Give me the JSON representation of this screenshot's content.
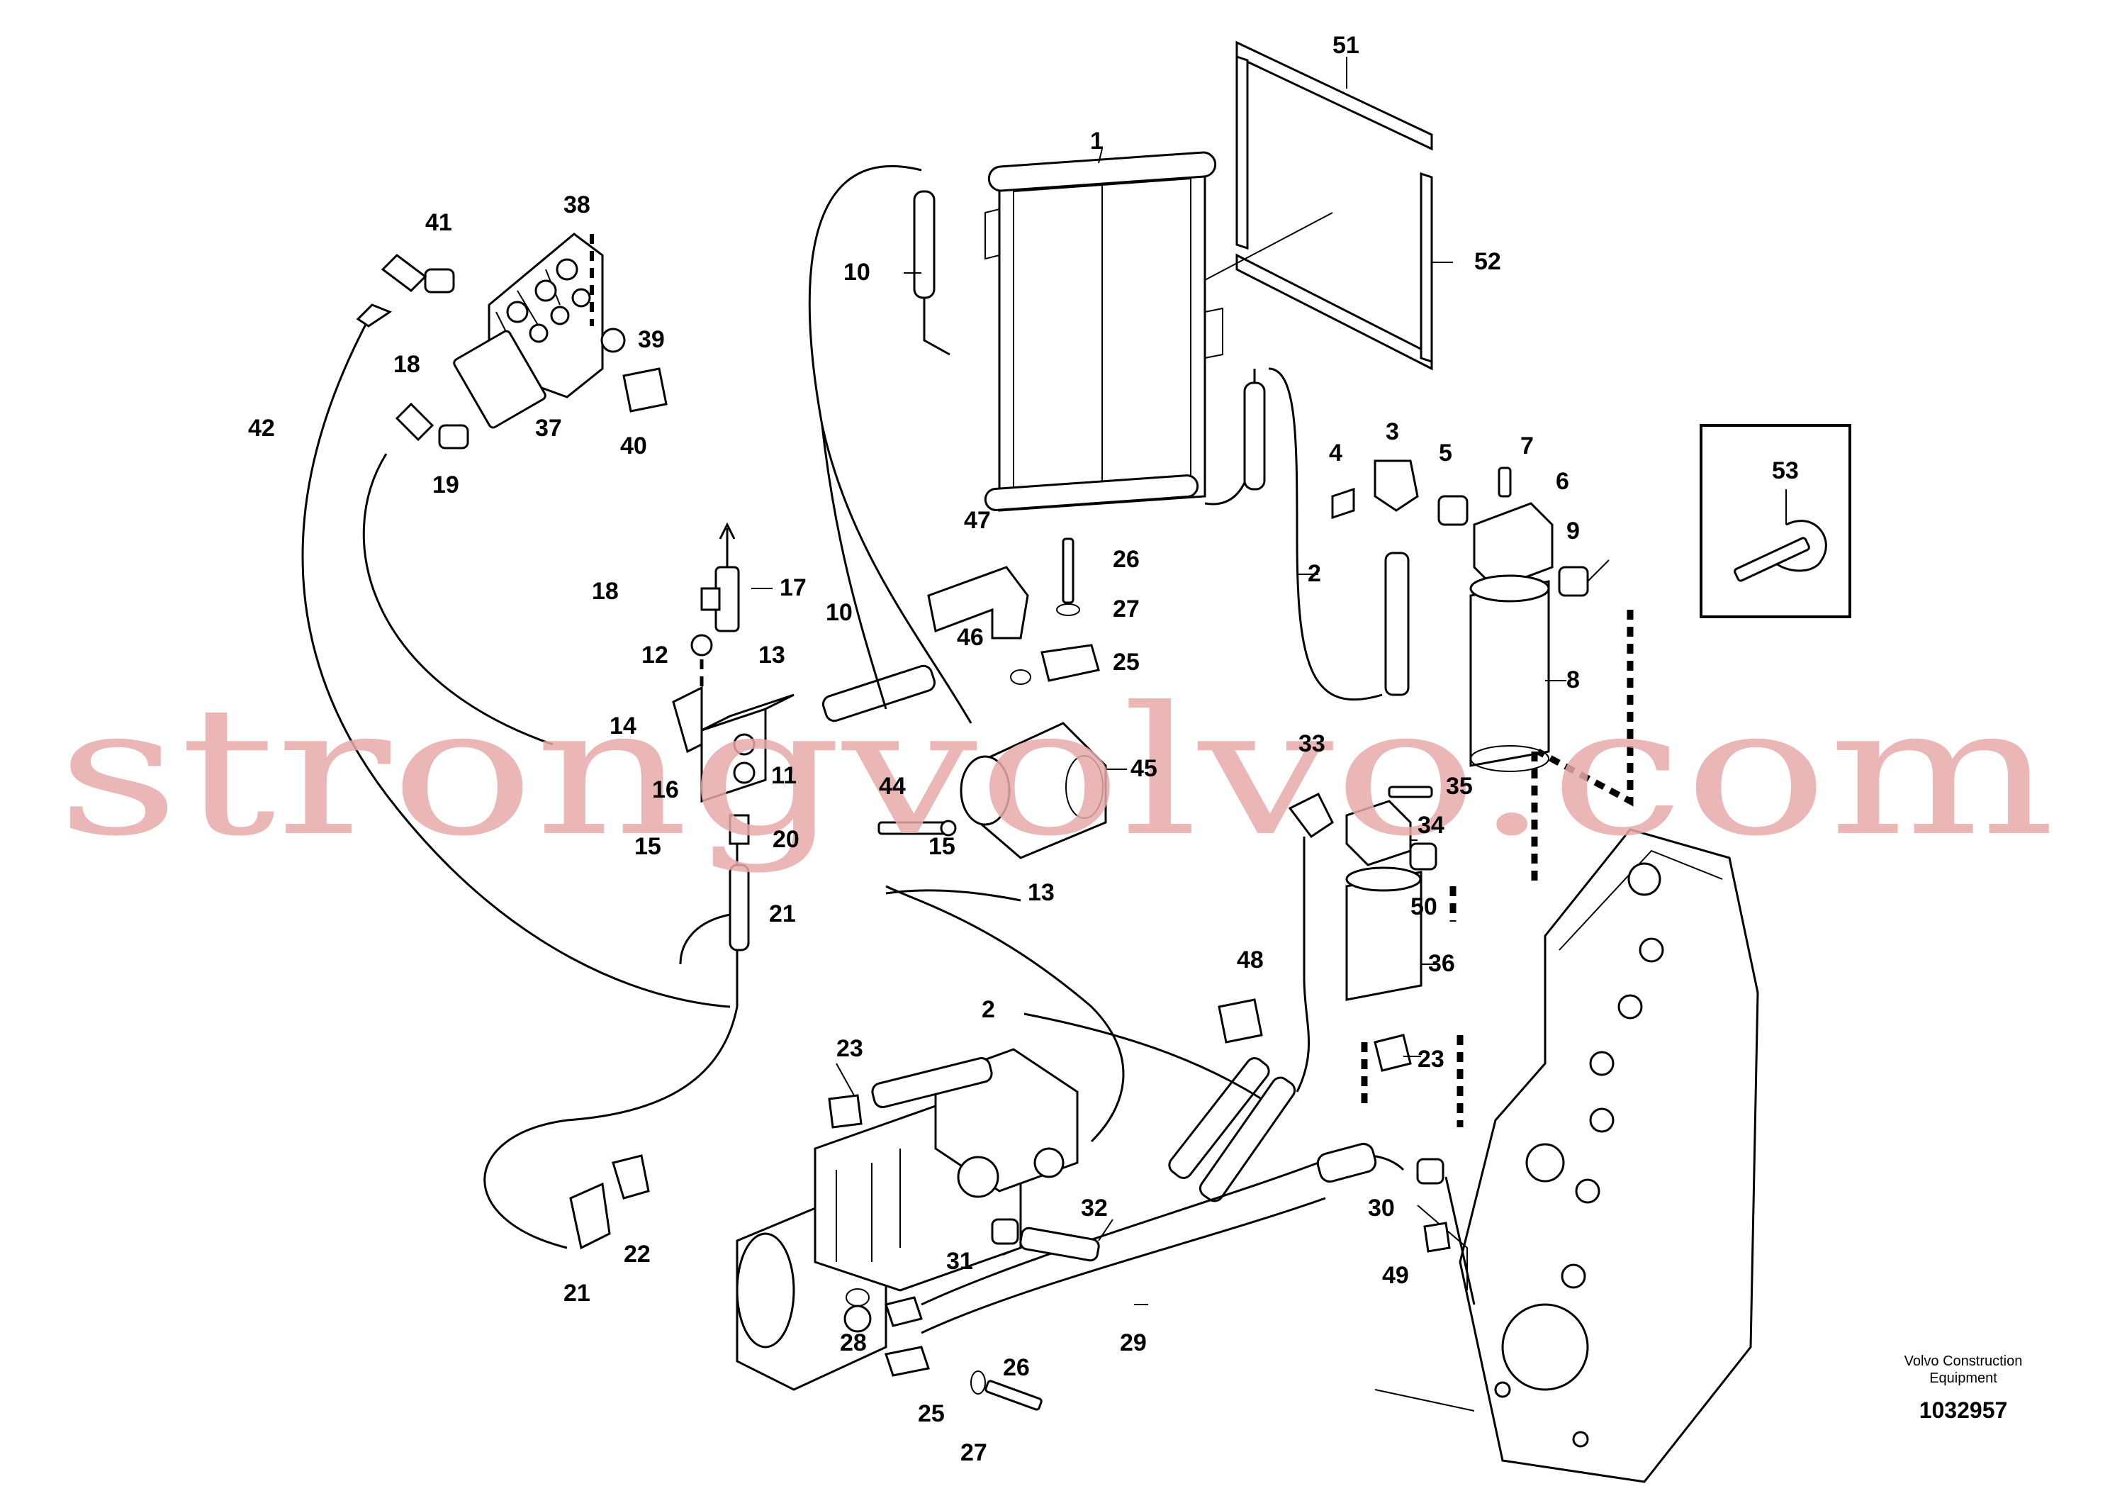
{
  "watermark": "strongvolvo.com",
  "footer": {
    "maker_line1": "Volvo Construction",
    "maker_line2": "Equipment",
    "doc_number": "1032957"
  },
  "callouts": [
    {
      "id": "c1",
      "label": "1"
    },
    {
      "id": "c2",
      "label": "2"
    },
    {
      "id": "c3",
      "label": "3"
    },
    {
      "id": "c4",
      "label": "4"
    },
    {
      "id": "c5",
      "label": "5"
    },
    {
      "id": "c6",
      "label": "6"
    },
    {
      "id": "c7",
      "label": "7"
    },
    {
      "id": "c8",
      "label": "8"
    },
    {
      "id": "c9",
      "label": "9"
    },
    {
      "id": "c10a",
      "label": "10"
    },
    {
      "id": "c10b",
      "label": "10"
    },
    {
      "id": "c11",
      "label": "11"
    },
    {
      "id": "c12",
      "label": "12"
    },
    {
      "id": "c13a",
      "label": "13"
    },
    {
      "id": "c13b",
      "label": "13"
    },
    {
      "id": "c14",
      "label": "14"
    },
    {
      "id": "c15a",
      "label": "15"
    },
    {
      "id": "c15b",
      "label": "15"
    },
    {
      "id": "c16",
      "label": "16"
    },
    {
      "id": "c17",
      "label": "17"
    },
    {
      "id": "c18a",
      "label": "18"
    },
    {
      "id": "c18b",
      "label": "18"
    },
    {
      "id": "c19",
      "label": "19"
    },
    {
      "id": "c20",
      "label": "20"
    },
    {
      "id": "c21a",
      "label": "21"
    },
    {
      "id": "c21b",
      "label": "21"
    },
    {
      "id": "c22",
      "label": "22"
    },
    {
      "id": "c23a",
      "label": "23"
    },
    {
      "id": "c23b",
      "label": "23"
    },
    {
      "id": "c24",
      "label": "2"
    },
    {
      "id": "c25a",
      "label": "25"
    },
    {
      "id": "c25b",
      "label": "25"
    },
    {
      "id": "c26a",
      "label": "26"
    },
    {
      "id": "c26b",
      "label": "26"
    },
    {
      "id": "c27a",
      "label": "27"
    },
    {
      "id": "c27b",
      "label": "27"
    },
    {
      "id": "c28",
      "label": "28"
    },
    {
      "id": "c29",
      "label": "29"
    },
    {
      "id": "c30",
      "label": "30"
    },
    {
      "id": "c31",
      "label": "31"
    },
    {
      "id": "c32",
      "label": "32"
    },
    {
      "id": "c33",
      "label": "33"
    },
    {
      "id": "c34",
      "label": "34"
    },
    {
      "id": "c35",
      "label": "35"
    },
    {
      "id": "c36",
      "label": "36"
    },
    {
      "id": "c37",
      "label": "37"
    },
    {
      "id": "c38",
      "label": "38"
    },
    {
      "id": "c39",
      "label": "39"
    },
    {
      "id": "c40",
      "label": "40"
    },
    {
      "id": "c41",
      "label": "41"
    },
    {
      "id": "c42",
      "label": "42"
    },
    {
      "id": "c44",
      "label": "44"
    },
    {
      "id": "c45",
      "label": "45"
    },
    {
      "id": "c46",
      "label": "46"
    },
    {
      "id": "c47",
      "label": "47"
    },
    {
      "id": "c48",
      "label": "48"
    },
    {
      "id": "c49",
      "label": "49"
    },
    {
      "id": "c50",
      "label": "50"
    },
    {
      "id": "c51",
      "label": "51"
    },
    {
      "id": "c52",
      "label": "52"
    },
    {
      "id": "c53",
      "label": "53"
    }
  ]
}
